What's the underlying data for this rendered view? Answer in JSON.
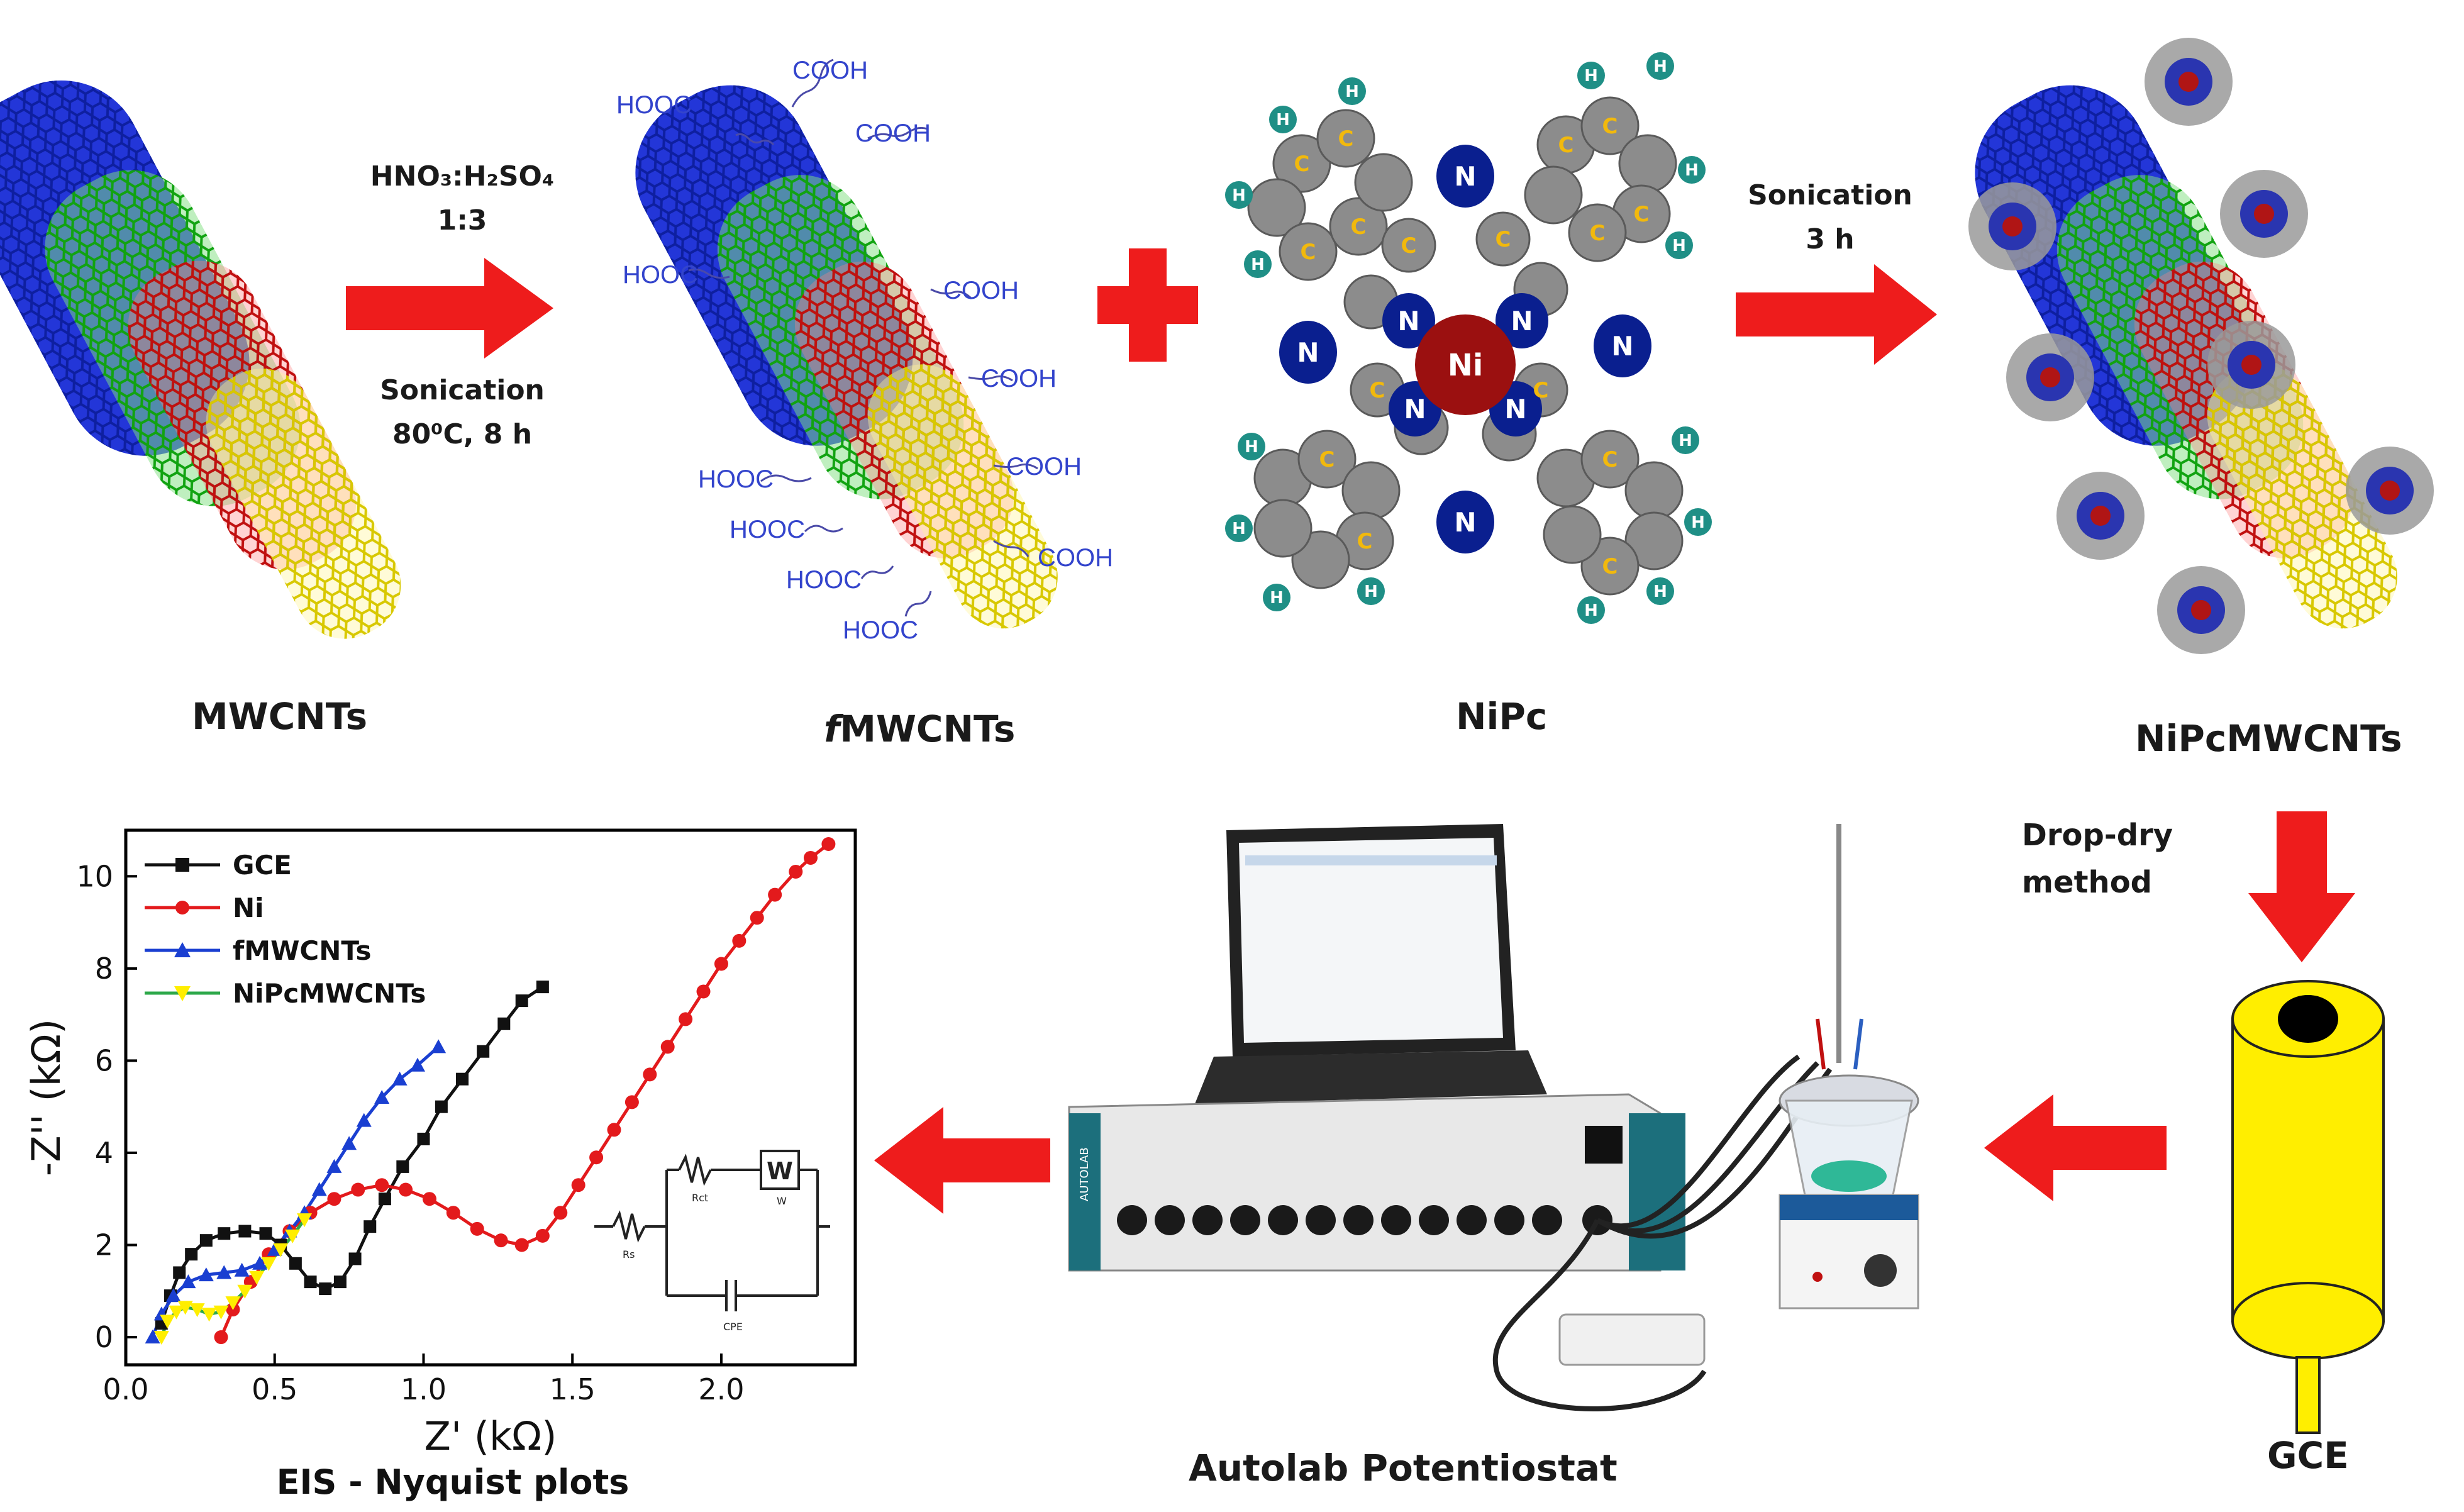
{
  "step1": {
    "mwcnts_label": "MWCNTs",
    "acid_ratio_line1": "HNO₃:H₂SO₄",
    "acid_ratio_line2": "1:3",
    "sonication_line1": "Sonication",
    "sonication_line2": "80⁰C, 8 h"
  },
  "step2": {
    "fmwcnts_prefix": "f",
    "fmwcnts_label": "MWCNTs",
    "cooh_labels": [
      "COOH",
      "COOH",
      "COOH",
      "COOH",
      "COOH",
      "COOH"
    ],
    "hooc_labels": [
      "HOOC",
      "HOOC",
      "HOOC",
      "HOOC",
      "HOOC",
      "HOOC"
    ]
  },
  "step3": {
    "nipc_label": "NiPc",
    "center_atom": "Ni",
    "nitrogen": "N",
    "carbon": "C",
    "hydrogen": "H"
  },
  "step4": {
    "sonication_line1": "Sonication",
    "sonication_line2": "3 h",
    "product_label": "NiPcMWCNTs"
  },
  "step5": {
    "dropdry_line1": "Drop-dry",
    "dropdry_line2": "method",
    "gce_label": "GCE"
  },
  "instrument": {
    "label": "Autolab Potentiostat",
    "front_panel_brand": "AUTOLAB"
  },
  "circuit": {
    "labels": [
      "Rs",
      "Rct",
      "W",
      "CPE"
    ],
    "w_box": "W"
  },
  "colors": {
    "arrow_red": "#ee1c1c",
    "gce_yellow": "#ffee00",
    "cnt_blue": "#1a2fbf",
    "cnt_green": "#22c022",
    "cnt_red": "#e01818",
    "cnt_yellow": "#f5e400",
    "nitrogen_blue": "#0a1f8f",
    "nickel_red": "#9b1010",
    "carbon_gray": "#8c8c8c",
    "hydrogen_teal": "#1f8f86"
  },
  "chart_data": {
    "type": "scatter",
    "caption": "EIS - Nyquist plots",
    "xlabel": "Z' (kΩ)",
    "ylabel": "-Z'' (kΩ)",
    "xlim": [
      0.0,
      2.45
    ],
    "ylim": [
      -0.6,
      11.0
    ],
    "xticks": [
      "0.0",
      "0.5",
      "1.0",
      "1.5",
      "2.0"
    ],
    "xtick_values": [
      0.0,
      0.5,
      1.0,
      1.5,
      2.0
    ],
    "yticks": [
      "0",
      "2",
      "4",
      "6",
      "8",
      "10"
    ],
    "ytick_values": [
      0,
      2,
      4,
      6,
      8,
      10
    ],
    "legend_position": "top-left",
    "series": [
      {
        "name": "GCE",
        "color": "#111111",
        "marker": "square",
        "points": [
          [
            0.12,
            0.3
          ],
          [
            0.15,
            0.9
          ],
          [
            0.18,
            1.4
          ],
          [
            0.22,
            1.8
          ],
          [
            0.27,
            2.1
          ],
          [
            0.33,
            2.25
          ],
          [
            0.4,
            2.3
          ],
          [
            0.47,
            2.25
          ],
          [
            0.52,
            2.0
          ],
          [
            0.57,
            1.6
          ],
          [
            0.62,
            1.2
          ],
          [
            0.67,
            1.05
          ],
          [
            0.72,
            1.2
          ],
          [
            0.77,
            1.7
          ],
          [
            0.82,
            2.4
          ],
          [
            0.87,
            3.0
          ],
          [
            0.93,
            3.7
          ],
          [
            1.0,
            4.3
          ],
          [
            1.06,
            5.0
          ],
          [
            1.13,
            5.6
          ],
          [
            1.2,
            6.2
          ],
          [
            1.27,
            6.8
          ],
          [
            1.33,
            7.3
          ],
          [
            1.4,
            7.6
          ]
        ]
      },
      {
        "name": "Ni",
        "color": "#e31a1c",
        "marker": "circle",
        "points": [
          [
            0.32,
            0.0
          ],
          [
            0.36,
            0.6
          ],
          [
            0.42,
            1.2
          ],
          [
            0.48,
            1.8
          ],
          [
            0.55,
            2.3
          ],
          [
            0.62,
            2.7
          ],
          [
            0.7,
            3.0
          ],
          [
            0.78,
            3.2
          ],
          [
            0.86,
            3.3
          ],
          [
            0.94,
            3.2
          ],
          [
            1.02,
            3.0
          ],
          [
            1.1,
            2.7
          ],
          [
            1.18,
            2.35
          ],
          [
            1.26,
            2.1
          ],
          [
            1.33,
            2.0
          ],
          [
            1.4,
            2.2
          ],
          [
            1.46,
            2.7
          ],
          [
            1.52,
            3.3
          ],
          [
            1.58,
            3.9
          ],
          [
            1.64,
            4.5
          ],
          [
            1.7,
            5.1
          ],
          [
            1.76,
            5.7
          ],
          [
            1.82,
            6.3
          ],
          [
            1.88,
            6.9
          ],
          [
            1.94,
            7.5
          ],
          [
            2.0,
            8.1
          ],
          [
            2.06,
            8.6
          ],
          [
            2.12,
            9.1
          ],
          [
            2.18,
            9.6
          ],
          [
            2.25,
            10.1
          ],
          [
            2.3,
            10.4
          ],
          [
            2.36,
            10.7
          ]
        ]
      },
      {
        "name": "fMWCNTs",
        "color": "#1a3fd1",
        "marker": "triangle",
        "points": [
          [
            0.09,
            0.0
          ],
          [
            0.12,
            0.5
          ],
          [
            0.16,
            0.9
          ],
          [
            0.21,
            1.2
          ],
          [
            0.27,
            1.35
          ],
          [
            0.33,
            1.4
          ],
          [
            0.39,
            1.45
          ],
          [
            0.45,
            1.6
          ],
          [
            0.5,
            1.9
          ],
          [
            0.55,
            2.3
          ],
          [
            0.6,
            2.7
          ],
          [
            0.65,
            3.2
          ],
          [
            0.7,
            3.7
          ],
          [
            0.75,
            4.2
          ],
          [
            0.8,
            4.7
          ],
          [
            0.86,
            5.2
          ],
          [
            0.92,
            5.6
          ],
          [
            0.98,
            5.9
          ],
          [
            1.05,
            6.3
          ]
        ]
      },
      {
        "name": "NiPcMWCNTs",
        "color": "#ffee00",
        "marker": "down-triangle",
        "line_color": "#2da84a",
        "points": [
          [
            0.12,
            0.0
          ],
          [
            0.14,
            0.35
          ],
          [
            0.17,
            0.55
          ],
          [
            0.2,
            0.65
          ],
          [
            0.24,
            0.6
          ],
          [
            0.28,
            0.5
          ],
          [
            0.32,
            0.55
          ],
          [
            0.36,
            0.75
          ],
          [
            0.4,
            1.0
          ],
          [
            0.44,
            1.3
          ],
          [
            0.48,
            1.6
          ],
          [
            0.52,
            1.9
          ],
          [
            0.56,
            2.2
          ],
          [
            0.6,
            2.55
          ]
        ]
      }
    ]
  }
}
